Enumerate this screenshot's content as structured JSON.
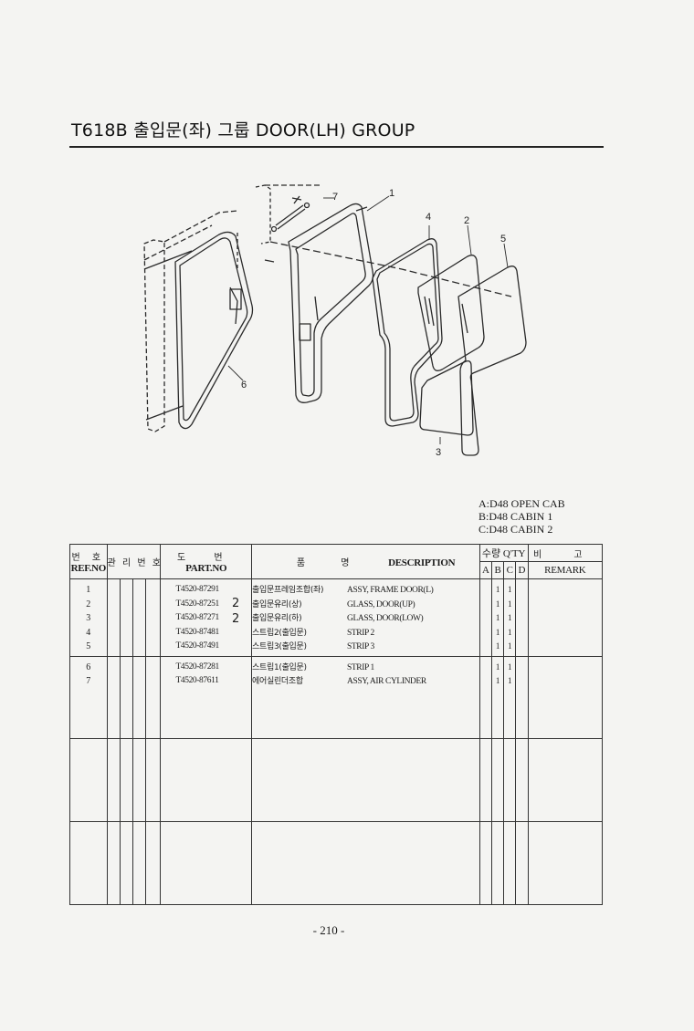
{
  "header": {
    "title": "T618B 출입문(좌) 그룹 DOOR(LH) GROUP"
  },
  "diagram": {
    "callouts": [
      {
        "id": "1",
        "label": "1"
      },
      {
        "id": "2",
        "label": "2"
      },
      {
        "id": "3",
        "label": "3"
      },
      {
        "id": "4",
        "label": "4"
      },
      {
        "id": "5",
        "label": "5"
      },
      {
        "id": "6",
        "label": "6"
      },
      {
        "id": "7",
        "label": "7"
      }
    ]
  },
  "legend": {
    "a": "A:D48 OPEN CAB",
    "b": "B:D48 CABIN 1",
    "c": "C:D48 CABIN 2"
  },
  "table": {
    "headers": {
      "ref_kr": "번 호",
      "ref_en": "REF.NO",
      "mgmt_kr": "관 리 번 호",
      "part_kr": "도 번",
      "part_en": "PART.NO",
      "name_kr": "품 명",
      "desc_en": "DESCRIPTION",
      "qty_kr": "수량 Q'TY",
      "qty_a": "A",
      "qty_b": "B",
      "qty_c": "C",
      "qty_d": "D",
      "remark_kr": "비 고",
      "remark_en": "REMARK"
    },
    "rows": [
      {
        "ref": "1",
        "part_no": "T4520-87291",
        "name_kr": "출입문프레임조합(좌)",
        "desc": "ASSY, FRAME DOOR(L)",
        "b": "1",
        "c": "1"
      },
      {
        "ref": "2",
        "part_no": "T4520-87251",
        "name_kr": "출입문유리(상)",
        "desc": "GLASS, DOOR(UP)",
        "b": "1",
        "c": "1"
      },
      {
        "ref": "3",
        "part_no": "T4520-87271",
        "name_kr": "출입문유리(하)",
        "desc": "GLASS, DOOR(LOW)",
        "b": "1",
        "c": "1"
      },
      {
        "ref": "4",
        "part_no": "T4520-87481",
        "name_kr": "스트립2(출입문)",
        "desc": "STRIP 2",
        "b": "1",
        "c": "1"
      },
      {
        "ref": "5",
        "part_no": "T4520-87491",
        "name_kr": "스트립3(출입문)",
        "desc": "STRIP 3",
        "b": "1",
        "c": "1"
      },
      {
        "ref": "6",
        "part_no": "T4520-87281",
        "name_kr": "스트립1(출입문)",
        "desc": "STRIP 1",
        "b": "1",
        "c": "1"
      },
      {
        "ref": "7",
        "part_no": "T4520-87611",
        "name_kr": "에어실린더조합",
        "desc": "ASSY, AIR CYLINDER",
        "b": "1",
        "c": "1"
      }
    ],
    "handwritten": [
      "2",
      "2"
    ]
  },
  "footer": {
    "page_number": "- 210 -"
  }
}
